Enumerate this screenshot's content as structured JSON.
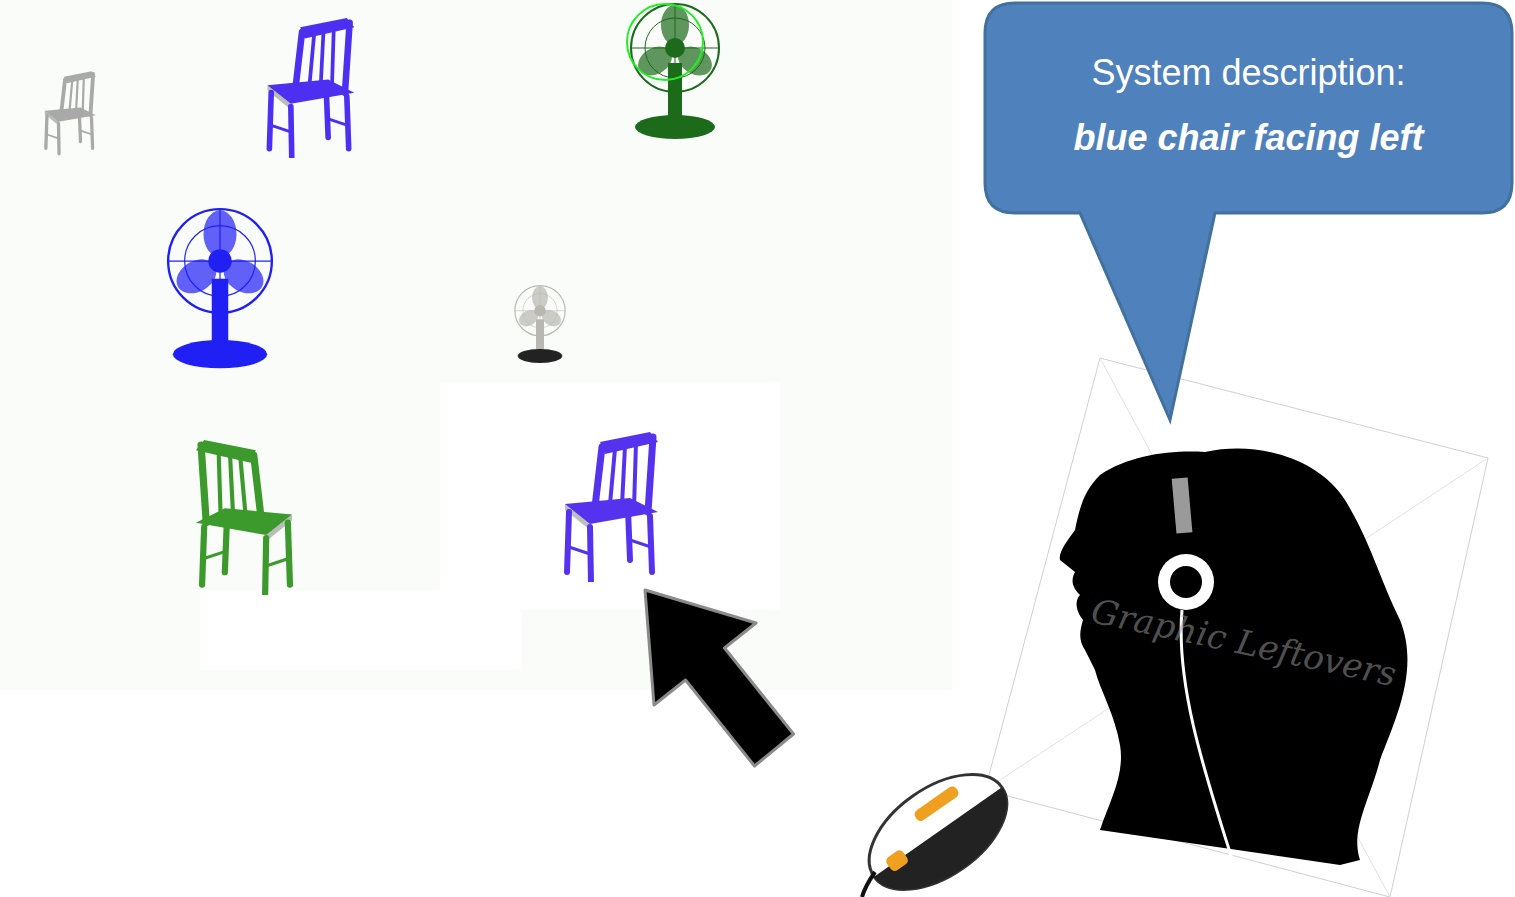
{
  "diagram": {
    "nodes": [
      {
        "text": [
          "System description:",
          "blue chair facing left"
        ]
      }
    ],
    "labels": [
      "Graphic Leftovers"
    ]
  }
}
